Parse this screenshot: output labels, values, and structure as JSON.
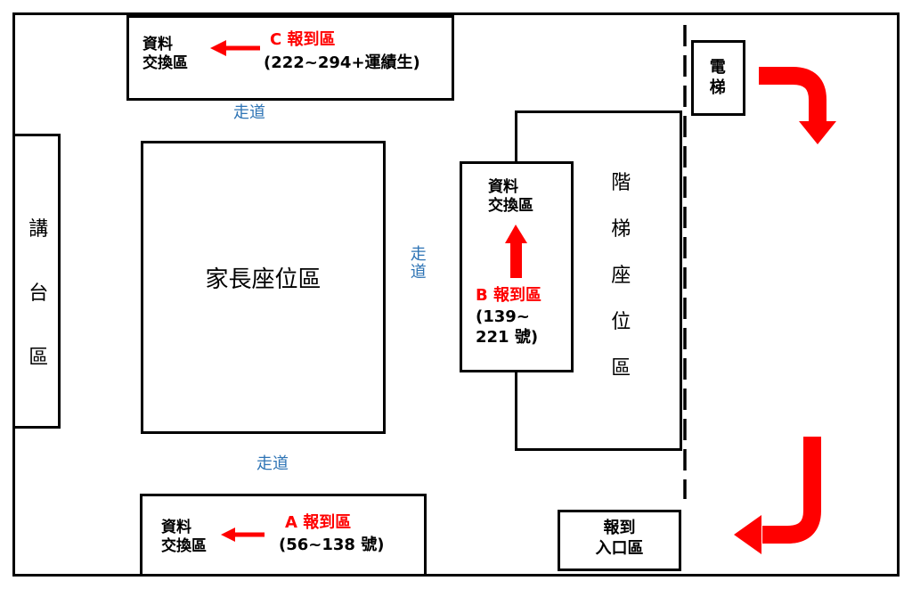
{
  "room": {
    "podium_label": "講台區",
    "parent_seating_label": "家長座位區",
    "stair_seating_label": "階梯座位區",
    "elevator_label": "電梯",
    "walkway_top": "走道",
    "walkway_middle": "走道",
    "walkway_bottom": "走道"
  },
  "zone_c": {
    "exchange_label": "資料\n交換區",
    "title": "C 報到區",
    "range": "(222~294+運績生)"
  },
  "zone_b": {
    "exchange_label": "資料\n交換區",
    "title": "B 報到區",
    "range": "(139~\n221 號)"
  },
  "zone_a": {
    "exchange_label": "資料\n交換區",
    "title": "A 報到區",
    "range": "(56~138 號)"
  },
  "entrance": {
    "label": "報到\n入口區"
  },
  "colors": {
    "arrow": "#ff0000",
    "walkway_text": "#2e74b5",
    "zone_title": "#ff0000",
    "border": "#000000"
  }
}
